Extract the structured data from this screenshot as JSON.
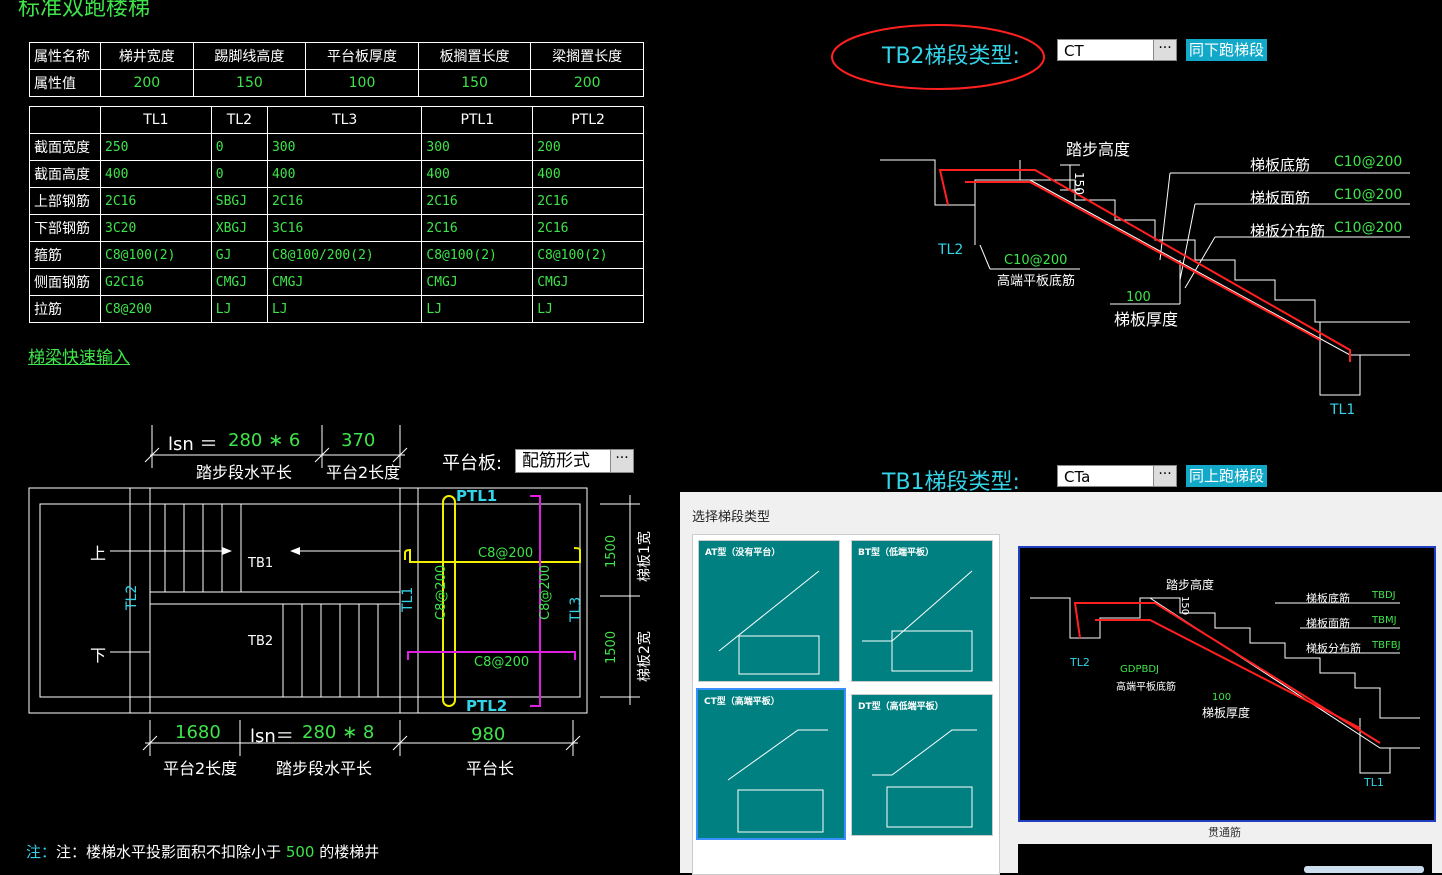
{
  "page": {
    "title": "标准双跑楼梯",
    "note_prefix": "注：楼梯水平投影面积不扣除小于",
    "note_value": "500",
    "note_suffix": "的楼梯井",
    "quick_input": "梯梁快速输入"
  },
  "props_table": {
    "headers": [
      "属性名称",
      "梯井宽度",
      "踢脚线高度",
      "平台板厚度",
      "板搁置长度",
      "梁搁置长度"
    ],
    "values_label": "属性值",
    "values": [
      "200",
      "150",
      "100",
      "150",
      "200"
    ]
  },
  "beam_table": {
    "columns": [
      "TL1",
      "TL2",
      "TL3",
      "PTL1",
      "PTL2"
    ],
    "rows": [
      {
        "label": "截面宽度",
        "cells": [
          "250",
          "0",
          "300",
          "300",
          "200"
        ]
      },
      {
        "label": "截面高度",
        "cells": [
          "400",
          "0",
          "400",
          "400",
          "400"
        ]
      },
      {
        "label": "上部钢筋",
        "cells": [
          "2C16",
          "SBGJ",
          "2C16",
          "2C16",
          "2C16"
        ]
      },
      {
        "label": "下部钢筋",
        "cells": [
          "3C20",
          "XBGJ",
          "3C16",
          "2C16",
          "2C16"
        ]
      },
      {
        "label": "箍筋",
        "cells": [
          "C8@100(2)",
          "GJ",
          "C8@100/200(2)",
          "C8@100(2)",
          "C8@100(2)"
        ]
      },
      {
        "label": "侧面钢筋",
        "cells": [
          "G2C16",
          "CMGJ",
          "CMGJ",
          "CMGJ",
          "CMGJ"
        ]
      },
      {
        "label": "拉筋",
        "cells": [
          "C8@200",
          "LJ",
          "LJ",
          "LJ",
          "LJ"
        ]
      }
    ]
  },
  "plan": {
    "top_dim_lsn": "lsn ＝",
    "top_dim_value": "280 ∗ 6",
    "top_dim_370": "370",
    "top_label_run": "踏步段水平长",
    "top_label_plat": "平台2长度",
    "plat_board_label": "平台板:",
    "plat_board_value": "配筋形式",
    "up": "上",
    "down": "下",
    "tb1": "TB1",
    "tb2": "TB2",
    "tl2": "TL2",
    "tl1": "TL1",
    "tl3": "TL3",
    "ptl1": "PTL1",
    "ptl2": "PTL2",
    "rebar_h1": "C8@200",
    "rebar_h2": "C8@200",
    "rebar_v1": "C8@200",
    "rebar_v2": "C8@200",
    "width1_val": "1500",
    "width1_label": "梯板1宽",
    "width2_val": "1500",
    "width2_label": "梯板2宽",
    "bot_1680": "1680",
    "bot_lsn": "lsn＝",
    "bot_280": "280 ∗ 8",
    "bot_980": "980",
    "bot_label_plat2": "平台2长度",
    "bot_label_run": "踏步段水平长",
    "bot_label_plat": "平台长"
  },
  "tb2": {
    "label": "TB2梯段类型:",
    "value": "CT",
    "button": "同下跑梯段"
  },
  "tb1": {
    "label": "TB1梯段类型:",
    "value": "CTa",
    "button": "同上跑梯段"
  },
  "section": {
    "step_height": "踏步高度",
    "step_val": "150",
    "bottom_bar": "梯板底筋",
    "bottom_bar_val": "C10@200",
    "top_bar": "梯板面筋",
    "top_bar_val": "C10@200",
    "dist_bar": "梯板分布筋",
    "dist_bar_val": "C10@200",
    "tl2": "TL2",
    "high_bar_val": "C10@200",
    "high_bar": "高端平板底筋",
    "thick_val": "100",
    "thick": "梯板厚度",
    "tl1": "TL1"
  },
  "dialog": {
    "title": "选择梯段类型",
    "types": [
      {
        "title": "AT型（没有平台）"
      },
      {
        "title": "BT型（低端平板）"
      },
      {
        "title": "CT型（高端平板）"
      },
      {
        "title": "DT型（高低端平板）"
      }
    ],
    "preview": {
      "step_height": "踏步高度",
      "step_val": "150",
      "bottom_bar": "梯板底筋",
      "bottom_bar_val": "TBDJ",
      "top_bar": "梯板面筋",
      "top_bar_val": "TBMJ",
      "dist_bar": "梯板分布筋",
      "dist_bar_val": "TBFBJ",
      "tl2": "TL2",
      "high_bar_val": "GDPBDJ",
      "high_bar": "高端平板底筋",
      "thick_val": "100",
      "thick": "梯板厚度",
      "tl1": "TL1"
    },
    "through_bar": "贯通筋"
  },
  "colors": {
    "green": "#3ee44a",
    "cyan": "#33d4e8",
    "yellow": "#f0f000",
    "magenta": "#e020e0",
    "red": "#ff2020",
    "teal": "#008080"
  }
}
